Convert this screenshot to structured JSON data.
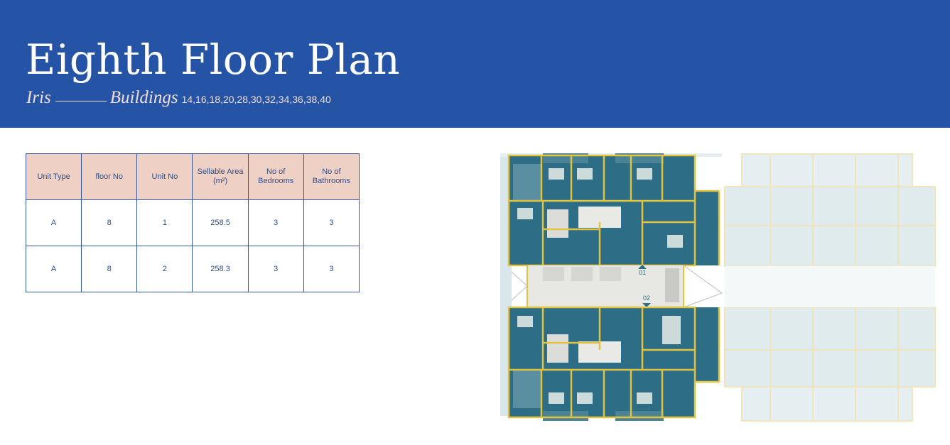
{
  "header": {
    "title": "Eighth Floor Plan",
    "subtitle_left": "Iris",
    "subtitle_right": "Buildings",
    "building_numbers": "14,16,18,20,28,30,32,34,36,38,40"
  },
  "table": {
    "headers": [
      "Unit Type",
      "floor No",
      "Unit No",
      "Sellable Area (m²)",
      "No of Bedrooms",
      "No of Bathrooms"
    ],
    "rows": [
      [
        "A",
        "8",
        "1",
        "258.5",
        "3",
        "3"
      ],
      [
        "A",
        "8",
        "2",
        "258.3",
        "3",
        "3"
      ]
    ]
  },
  "floorplan": {
    "unit_labels": [
      "01",
      "02"
    ]
  },
  "colors": {
    "header_bg": "#2554a7",
    "header_text": "#ffffff",
    "subtitle_text": "#f1dcd2",
    "table_header_bg": "#efd0c4",
    "table_text": "#2a4f91",
    "unit_fill": "#2d6e86",
    "wall": "#e2c23e"
  }
}
